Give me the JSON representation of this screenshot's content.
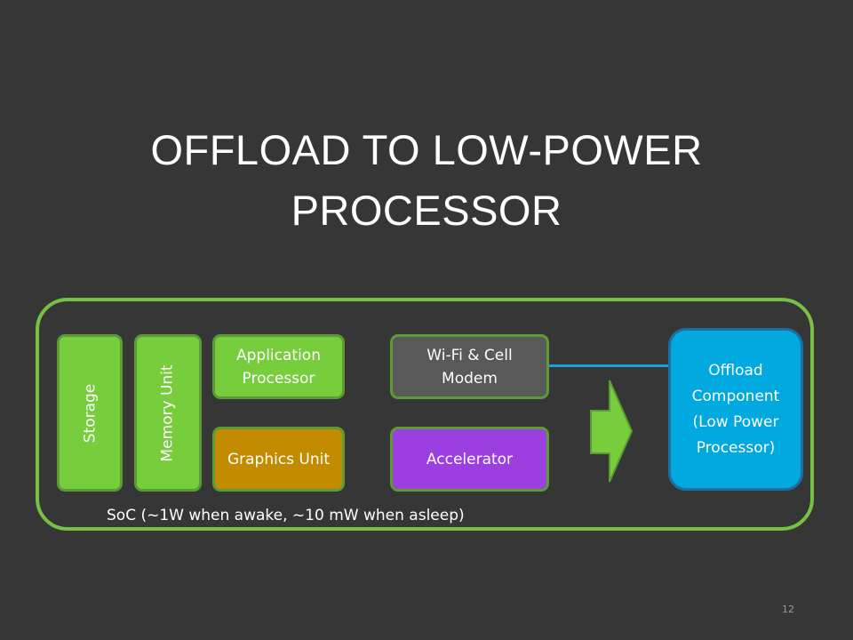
{
  "title": {
    "line1": "OFFLOAD TO LOW-POWER",
    "line2": "PROCESSOR"
  },
  "soc": {
    "label": "SoC (~1W when awake, ~10 mW when asleep)",
    "blocks": {
      "storage": "Storage",
      "memory_unit": "Memory Unit",
      "application_processor": "Application Processor",
      "graphics_unit": "Graphics Unit",
      "wifi_cell_modem": "Wi-Fi & Cell Modem",
      "accelerator": "Accelerator"
    }
  },
  "offload": {
    "label": "Offload Component (Low Power Processor)"
  },
  "arrow_icon": "right-arrow-icon",
  "colors": {
    "background": "#363636",
    "frame": "#77c043",
    "green_block": "#77cd3b",
    "gray_block": "#595959",
    "orange_block": "#c38b00",
    "purple_block": "#9b3fe0",
    "offload_block": "#00a9e0",
    "connector": "#1aa0d7"
  },
  "page_number": "12"
}
